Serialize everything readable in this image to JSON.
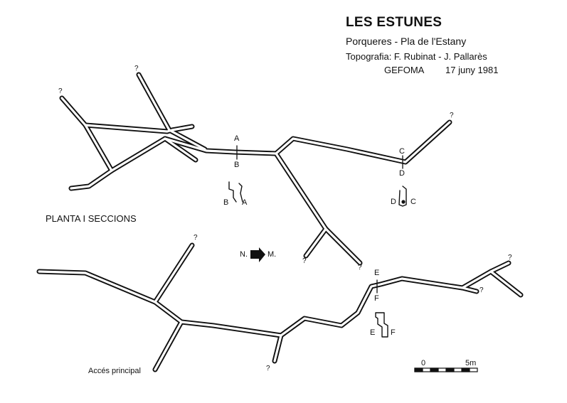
{
  "header": {
    "title": "LES ESTUNES",
    "location": "Porqueres - Pla de l'Estany",
    "survey": "Topografia: F. Rubinat - J. Pallarès",
    "club": "GEFOMA",
    "date": "17 juny 1981"
  },
  "legend": {
    "plan_label": "PLANTA I SECCIONS",
    "entrance_label": "Accés principal"
  },
  "orientation": {
    "north_label": "N.",
    "magnetic_label": "M."
  },
  "unknown_marker": "?",
  "sections": {
    "A": "A",
    "B": "B",
    "C": "C",
    "D": "D",
    "E": "E",
    "F": "F"
  },
  "scale": {
    "start_label": "0",
    "end_label": "5m"
  },
  "colors": {
    "ink": "#111111",
    "paper": "#ffffff"
  }
}
